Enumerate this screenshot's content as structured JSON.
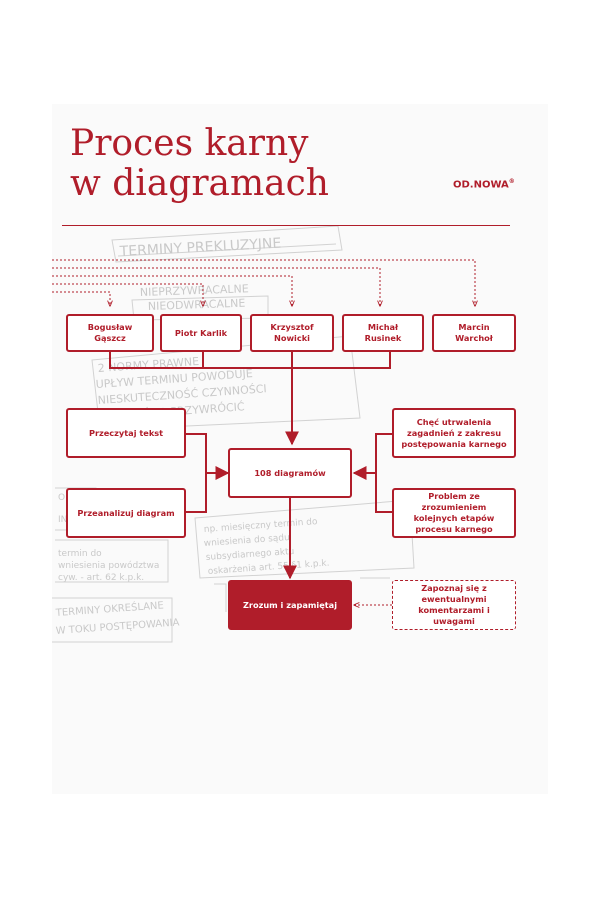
{
  "title_line1": "Proces karny",
  "title_line2": "w diagramach",
  "publisher": "OD.NOWA",
  "publisher_mark": "®",
  "colors": {
    "brand": "#b01d2a",
    "sketch": "#c9c9c9",
    "box_fill": "#ffffff"
  },
  "authors": [
    "Bogusław Gąszcz",
    "Piotr Karlik",
    "Krzysztof Nowicki",
    "Michał Rusinek",
    "Marcin Warchoł"
  ],
  "steps": {
    "read": "Przeczytaj tekst",
    "analyze": "Przeanalizuj diagram",
    "center": "108 diagramów",
    "result": "Zrozum i zapamiętaj"
  },
  "motives": {
    "consolidate": "Chęć utrwalenia zagadnień z zakresu postępowania karnego",
    "problem": "Problem ze zrozumieniem kolejnych etapów procesu karnego",
    "comments": "Zapoznaj się z ewentualnymi komentarzami i uwagami"
  }
}
